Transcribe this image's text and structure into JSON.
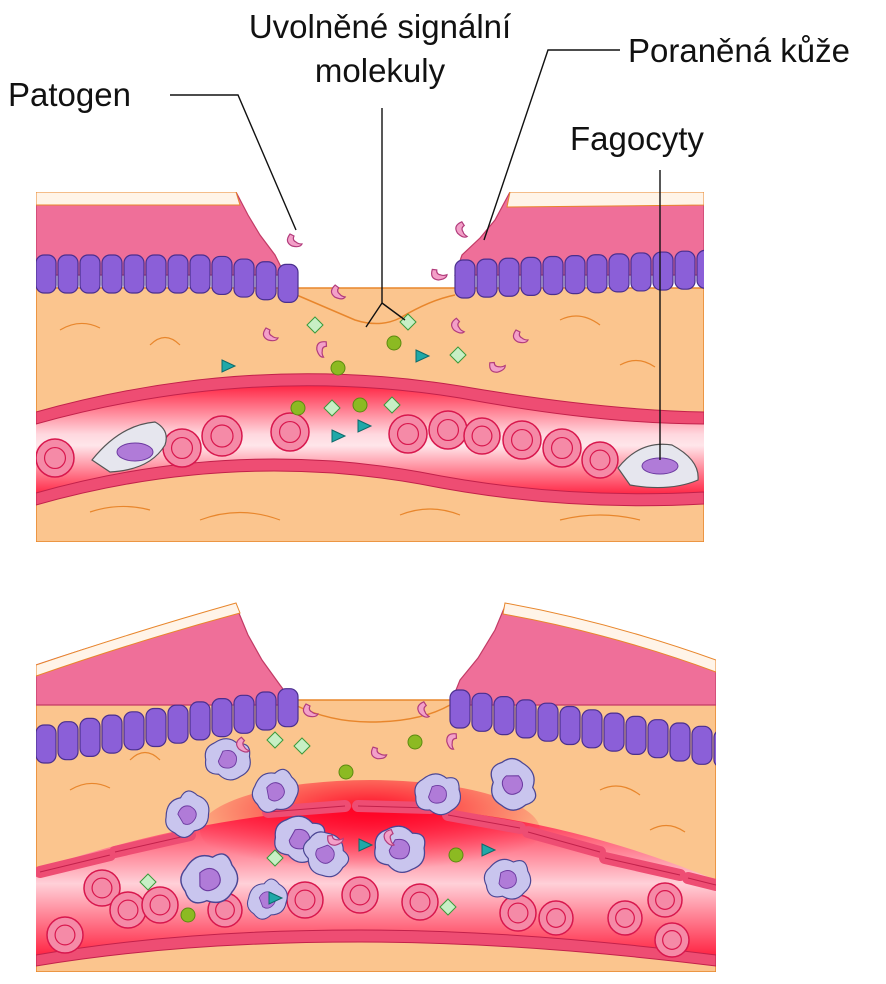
{
  "labels": {
    "pathogen": "Patogen",
    "signals_line1": "Uvolněné signální",
    "signals_line2": "molekuly",
    "wounded_skin": "Poraněná kůže",
    "phagocytes": "Fagocyty"
  },
  "colors": {
    "tissue": "#fbc58e",
    "tissue_stroke": "#e8862c",
    "epidermis": "#ef6f99",
    "basal_cell": "#8b5fd8",
    "basal_cell_stroke": "#4a2f8e",
    "vessel_wall": "#ee4d73",
    "blood_red": "#e8002a",
    "rbc": "#f58aa7",
    "rbc_stroke": "#d8174d",
    "phagocyte": "#c9c5ee",
    "phagocyte_nucleus": "#b07bd8",
    "signal_circle": "#8cba22",
    "signal_diamond": "#c7efc5",
    "signal_triangle": "#1fa8a8",
    "pathogen": "#f3a0c8"
  },
  "panels": [
    {
      "id": "before",
      "phagocytes_in_tissue": 0
    },
    {
      "id": "after",
      "phagocytes_in_tissue": 12
    }
  ]
}
